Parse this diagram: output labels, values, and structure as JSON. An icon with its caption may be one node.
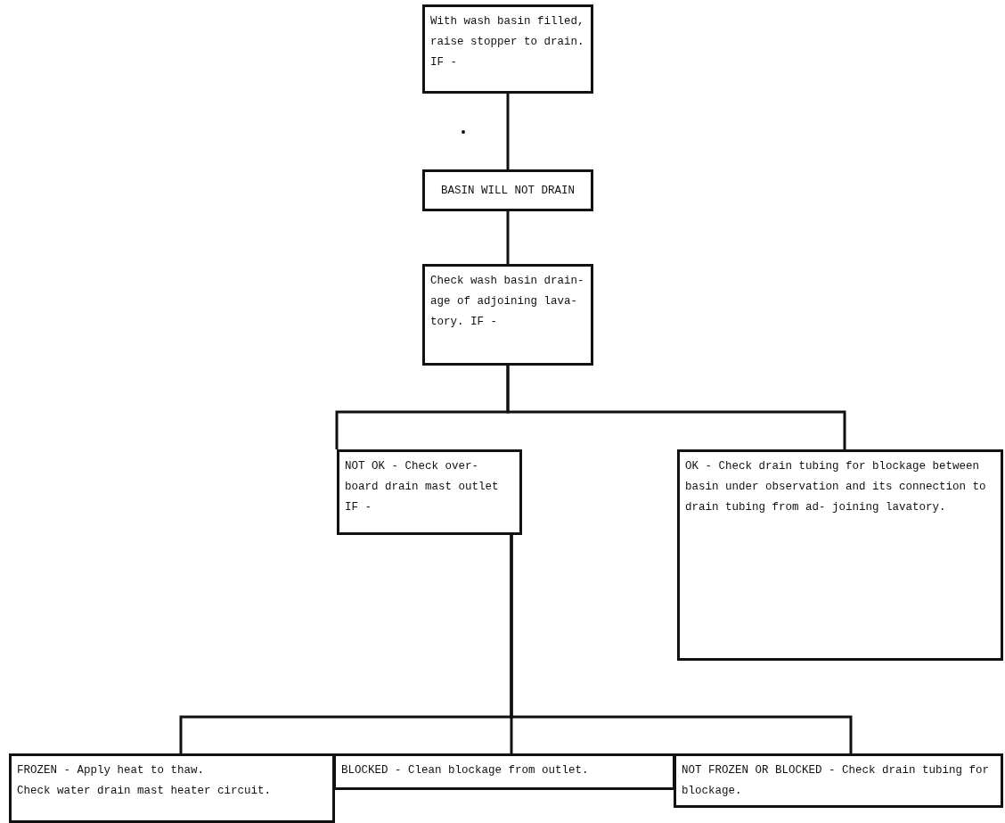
{
  "diagram": {
    "nodes": [
      {
        "text": [
          "With wash basin filled, raise stopper to drain. IF -"
        ]
      },
      {
        "text": [
          "BASIN WILL NOT DRAIN"
        ]
      },
      {
        "text": [
          "Check wash basin drain- age of adjoining lava- tory. IF -"
        ]
      },
      {
        "text": [
          "NOT OK - Check over- board drain mast outlet IF -"
        ]
      },
      {
        "text": [
          "OK - Check drain tubing for blockage between basin under observation and its connection to drain tubing from ad- joining lavatory."
        ]
      },
      {
        "text": [
          "FROZEN - Apply heat to thaw.",
          "Check water drain mast heater circuit."
        ]
      },
      {
        "text": [
          "BLOCKED - Clean blockage from outlet."
        ]
      },
      {
        "text": [
          "NOT FROZEN OR BLOCKED - Check drain tubing for blockage."
        ]
      }
    ],
    "edges": [
      {
        "from": 0,
        "to": 1,
        "arrow": "none"
      },
      {
        "from": 1,
        "to": 2,
        "arrow": "none"
      },
      {
        "from": 2,
        "to": 3,
        "arrow": "none"
      },
      {
        "from": 2,
        "to": 4,
        "arrow": "none"
      },
      {
        "from": 3,
        "to": 5,
        "arrow": "none"
      },
      {
        "from": 3,
        "to": 6,
        "arrow": "none"
      },
      {
        "from": 3,
        "to": 7,
        "arrow": "none"
      }
    ]
  }
}
